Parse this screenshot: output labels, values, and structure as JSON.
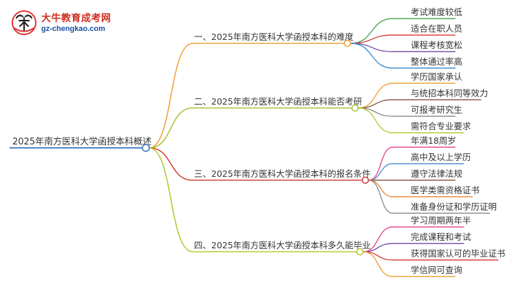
{
  "logo": {
    "name": "大牛教育成考网",
    "url": "gz-chengkao.com"
  },
  "root": {
    "label": "2025年南方医科大学函授本科概述",
    "color": "#4c84c4"
  },
  "branches": [
    {
      "label": "一、2025年南方医科大学函授本科的难度",
      "color": "#f0a23b",
      "children": [
        {
          "label": "考试难度较低",
          "color": "#4aa552"
        },
        {
          "label": "适合在职人员",
          "color": "#d7403a"
        },
        {
          "label": "课程考核宽松",
          "color": "#7454a8"
        },
        {
          "label": "整体通过率高",
          "color": "#3f8fd0"
        }
      ]
    },
    {
      "label": "二、2025年南方医科大学函授本科能否考研",
      "color": "#a9c43a",
      "children": [
        {
          "label": "学历国家承认",
          "color": "#f0a23b"
        },
        {
          "label": "与统招本科同等效力",
          "color": "#8a5a44"
        },
        {
          "label": "可报考研究生",
          "color": "#8e8e8e"
        },
        {
          "label": "需符合专业要求",
          "color": "#b7c832"
        }
      ]
    },
    {
      "label": "三、2025年南方医科大学函授本科的报名条件",
      "color": "#d7403a",
      "children": [
        {
          "label": "年满18周岁",
          "color": "#e64a8d"
        },
        {
          "label": "高中及以上学历",
          "color": "#4f8fd0"
        },
        {
          "label": "遵守法律法规",
          "color": "#8a5a44"
        },
        {
          "label": "医学类需资格证书",
          "color": "#ee8a3b"
        },
        {
          "label": "准备身份证和学历证明",
          "color": "#8e8e8e"
        }
      ]
    },
    {
      "label": "四、2025年南方医科大学函授本科多久能毕业",
      "color": "#b7c832",
      "children": [
        {
          "label": "学习周期两年半",
          "color": "#e64a8d"
        },
        {
          "label": "完成课程和考试",
          "color": "#7454a8"
        },
        {
          "label": "获得国家认可的毕业证书",
          "color": "#d7403a"
        },
        {
          "label": "学信网可查询",
          "color": "#f0a23b"
        }
      ]
    }
  ]
}
